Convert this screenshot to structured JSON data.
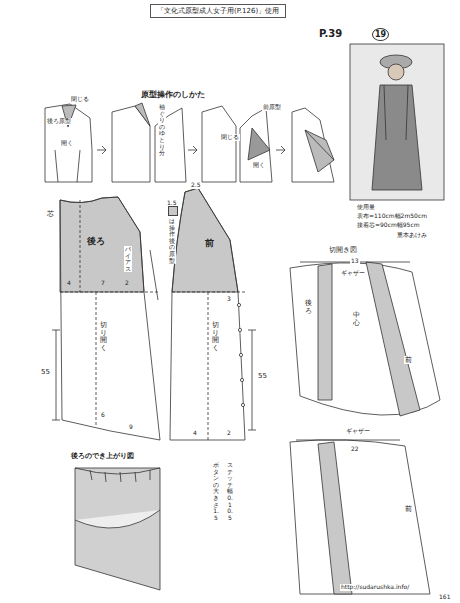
{
  "diagram": {
    "title": "「文化式原型成人女子用(P.126)」使用",
    "labels": [
      "原型操作のしかた",
      "閉じる",
      "後ろ原型",
      "開く",
      "袖ぐりのゆとり分",
      "前原型",
      "閉じる",
      "開く",
      "2.5",
      "1.5",
      "芯",
      "後ろ",
      "前",
      "バイアス",
      "4",
      "7",
      "2",
      "切り開く",
      "切り開く",
      "55",
      "55",
      "6",
      "9",
      "4",
      "2",
      "3",
      "切開き図",
      "13",
      "ギャザー",
      "後ろ",
      "中心",
      "前",
      "ギャザー",
      "22",
      "前",
      "後ろのでき上がり図",
      "ボタンの大きさ1.5",
      "ステッチ幅0.1 0.5",
      "P.39",
      "19",
      "使用量",
      "表布=110cm幅2m50cm",
      "接着芯=90cm幅95cm",
      "重本あけみ",
      "http://sudarushka.info/",
      "161"
    ],
    "legend": [
      {
        "text": "は操作後の原型",
        "color": "#c8c8c8"
      }
    ]
  }
}
